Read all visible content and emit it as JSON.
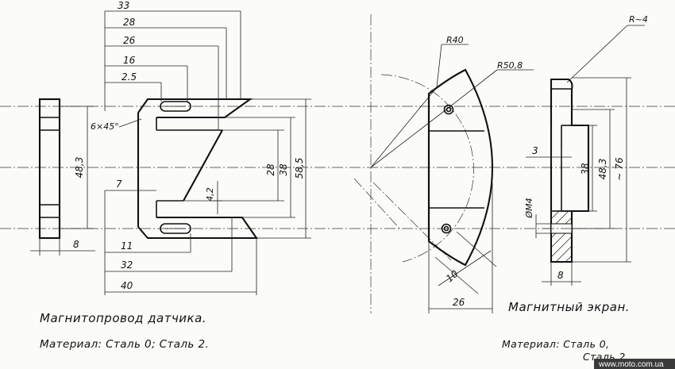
{
  "caption_left": "Магнитопровод датчика.",
  "material_left": "Материал: Сталь 0; Сталь 2.",
  "caption_right": "Магнитный экран.",
  "material_right_line1": "Материал: Сталь 0,",
  "material_right_line2": "Сталь 2.",
  "watermark": "www.moto.com.ua",
  "dimensions": {
    "d33": "33",
    "d28": "28",
    "d26": "26",
    "d16": "16",
    "d2_5": "2.5",
    "chamfer": "6×45°",
    "d7": "7",
    "d11": "11",
    "d32": "32",
    "d40": "40",
    "d8_left": "8",
    "d48_3_left": "48,3",
    "d4_2": "4,2",
    "d28_v": "28",
    "d38_v": "38",
    "d58_5": "58,5",
    "r40": "R40",
    "r50_8": "R50,8",
    "d10": "10",
    "d26_bottom": "26",
    "r4": "R~4",
    "d3": "3",
    "d38_right": "38",
    "d48_3_right": "48,3",
    "d76": "~ 76",
    "dia_m4": "ØM4",
    "d8_right": "8"
  }
}
